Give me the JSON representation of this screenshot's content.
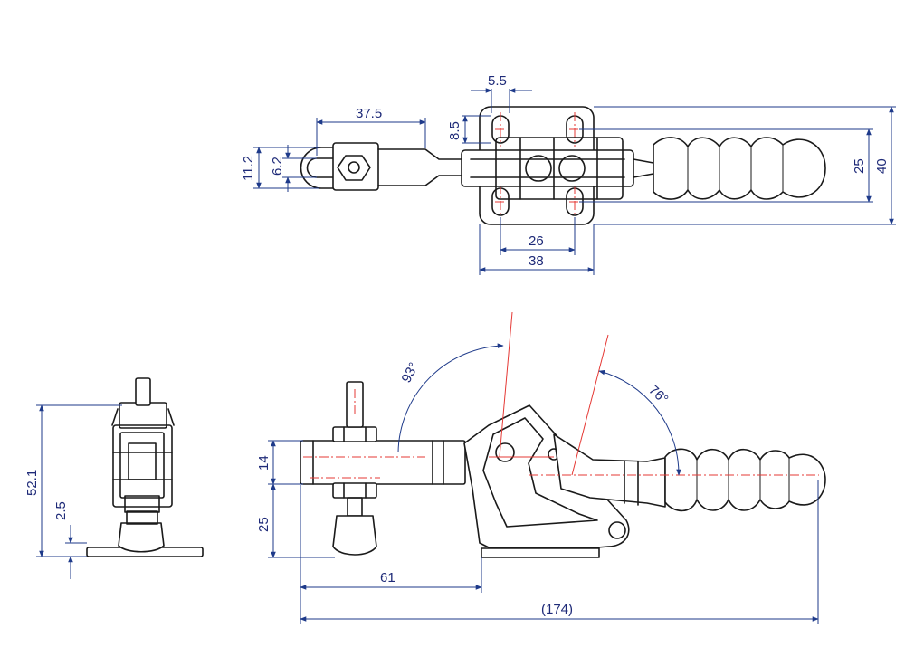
{
  "colors": {
    "outline": "#1a1a1a",
    "dimension": "#1e3a8a",
    "dimension_text": "#1e2a78",
    "centerline": "#e53935",
    "background": "#ffffff"
  },
  "top_view": {
    "dim_slot_width": "5.5",
    "dim_slot_height": "8.5",
    "dim_arm_length": "37.5",
    "dim_outer_width": "11.2",
    "dim_inner_width": "6.2",
    "dim_hole_spacing_v": "25",
    "dim_base_height": "40",
    "dim_hole_spacing_h": "26",
    "dim_base_width": "38"
  },
  "side_view": {
    "dim_open_angle_arm": "93°",
    "dim_open_angle_handle": "76°",
    "dim_bar_height": "14",
    "dim_spindle_height": "25",
    "dim_base_to_spindle": "61",
    "dim_total_length": "(174)"
  },
  "end_view": {
    "dim_total_height": "52.1",
    "dim_base_thickness": "2.5"
  }
}
